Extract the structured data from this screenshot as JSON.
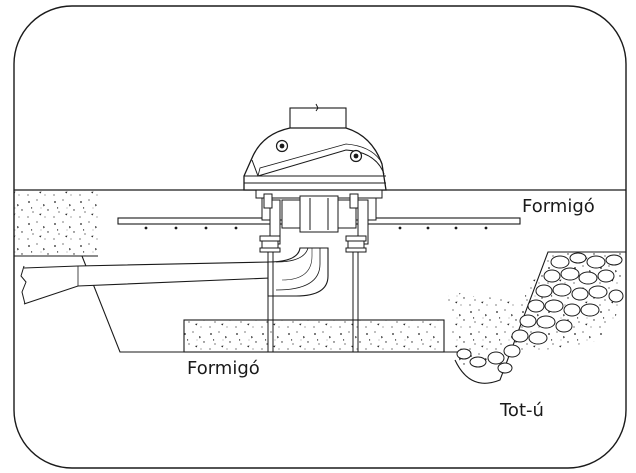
{
  "labels": {
    "formigo_top": "Formigó",
    "formigo_bottom": "Formigó",
    "tot_u": "Tot-ú"
  }
}
